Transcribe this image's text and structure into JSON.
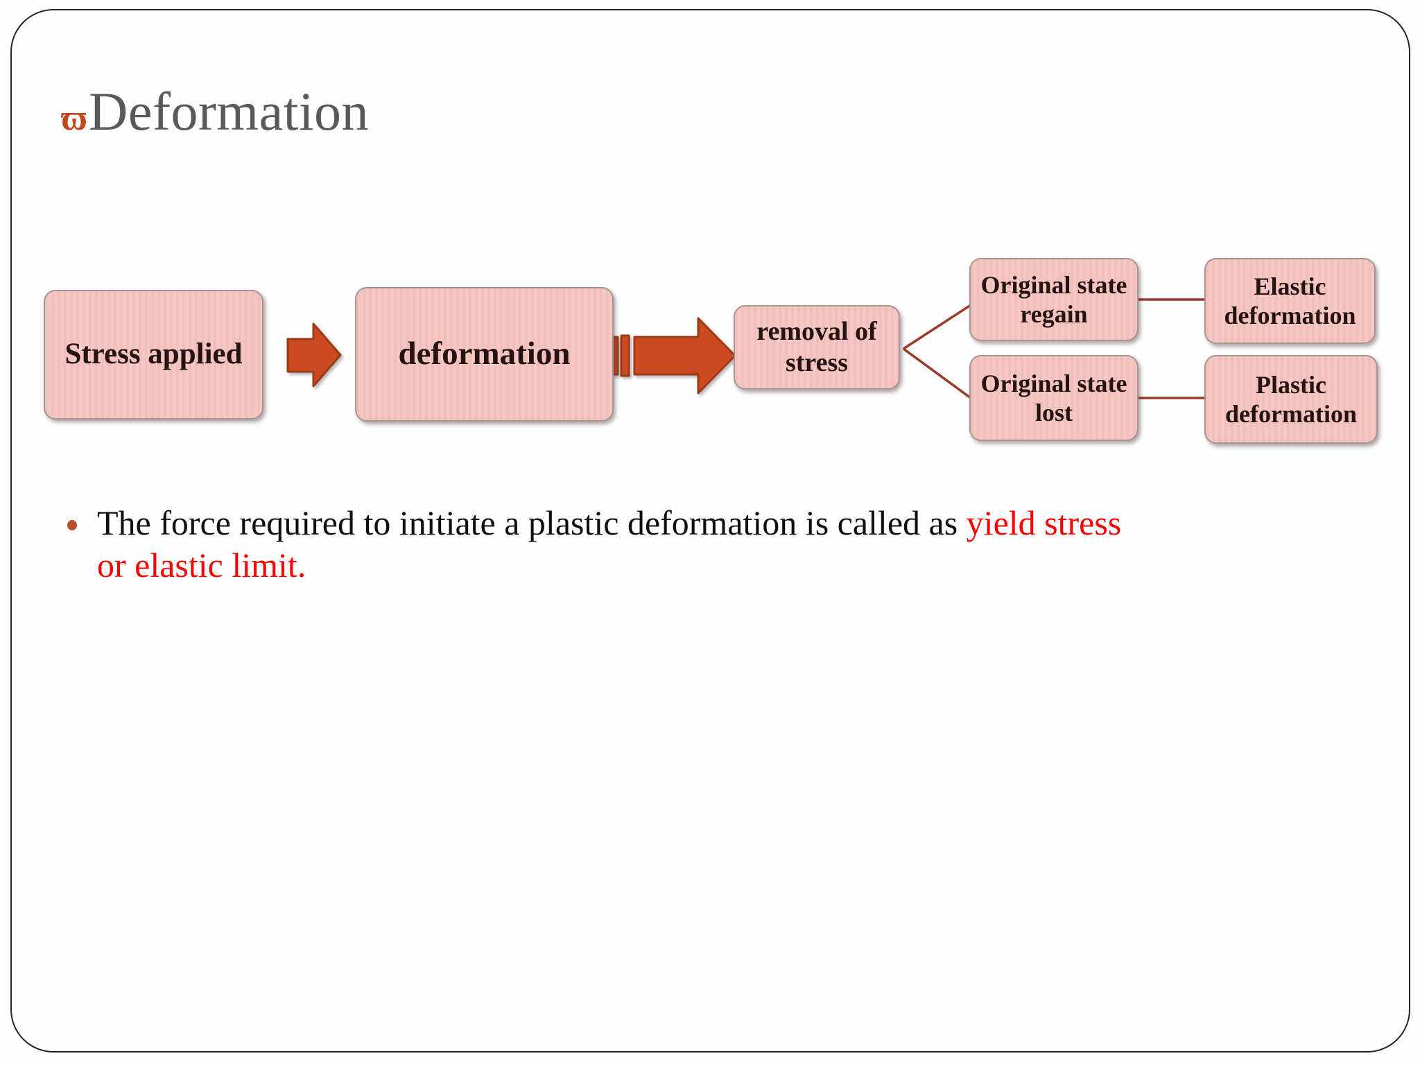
{
  "slide": {
    "title": {
      "glyph": "ϖ",
      "text": "Deformation"
    },
    "diagram": {
      "boxes": {
        "stress_applied": "Stress applied",
        "deformation": "deformation",
        "removal_of_stress": "removal of stress",
        "original_state_regain": "Original state regain",
        "elastic_deformation": "Elastic deformation",
        "original_state_lost": "Original state lost",
        "plastic_deformation": "Plastic deformation"
      },
      "arrow_glyphs": {
        "small": "right-block-arrow",
        "large": "striped-right-block-arrow"
      }
    },
    "bullet": {
      "text_black": "The force required to initiate a plastic deformation is called as",
      "text_red_line1": "yield stress",
      "text_red_line2": "or elastic limit."
    },
    "colors": {
      "box_fill": "#f6c7c2",
      "box_border": "#a89494",
      "box_text": "#241310",
      "arrow_fill": "#cb4a22",
      "arrow_border": "#9e3917",
      "connector": "#9a3b2a",
      "title_text": "#58595b",
      "title_glyph": "#c2471d",
      "highlight_red": "#fb0200",
      "body_text": "#0f0f0f",
      "bullet_dot": "#bb4f2c",
      "frame_border": "#262626"
    }
  }
}
